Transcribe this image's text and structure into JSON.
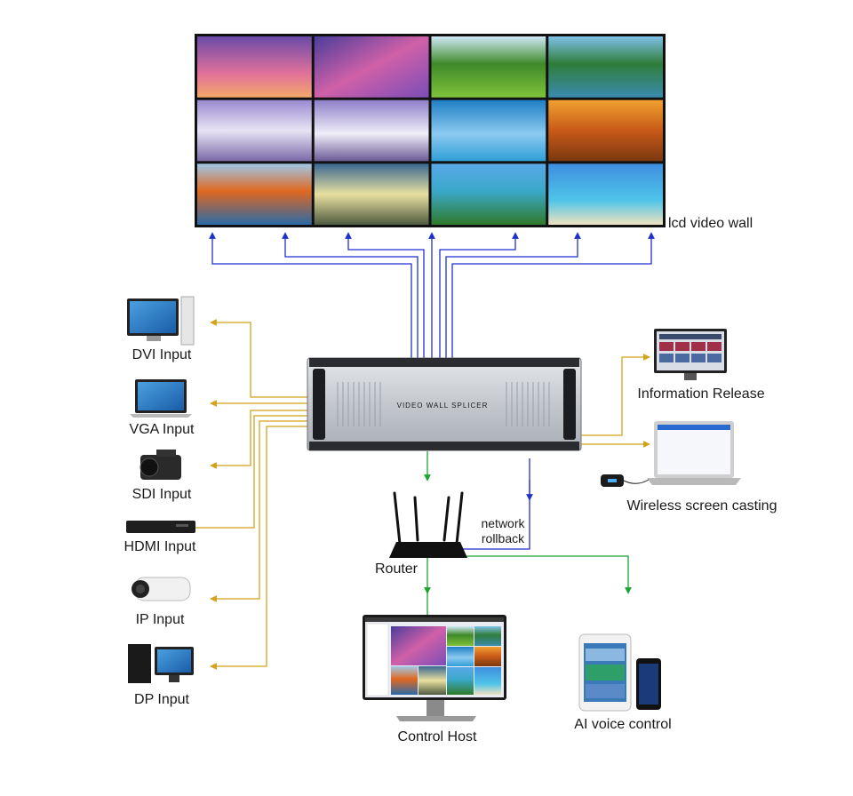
{
  "video_wall": {
    "label": "lcd video wall",
    "tile_names": [
      "sunset-sky",
      "pink-clouds",
      "green-field",
      "mountain-lake",
      "snowy-mountain",
      "snow-peaks",
      "blue-sky",
      "autumn-forest",
      "autumn-lake",
      "sunlit-road",
      "green-coast",
      "tropical-beach"
    ]
  },
  "splicer": {
    "label": "VIDEO WALL SPLICER"
  },
  "inputs": {
    "dvi": "DVI Input",
    "vga": "VGA Input",
    "sdi": "SDI Input",
    "hdmi": "HDMI Input",
    "ip": "IP Input",
    "dp": "DP Input"
  },
  "outputs": {
    "info_release": "Information Release",
    "wireless": "Wireless screen casting",
    "router": "Router",
    "network_line1": "network",
    "network_line2": "rollback",
    "control_host": "Control Host",
    "ai_voice": "AI voice control"
  },
  "colors": {
    "video_link": "#1f2fd0",
    "input_link": "#d2a21a",
    "control_link": "#1aa531",
    "splicer_body": "#c9ccd0"
  }
}
